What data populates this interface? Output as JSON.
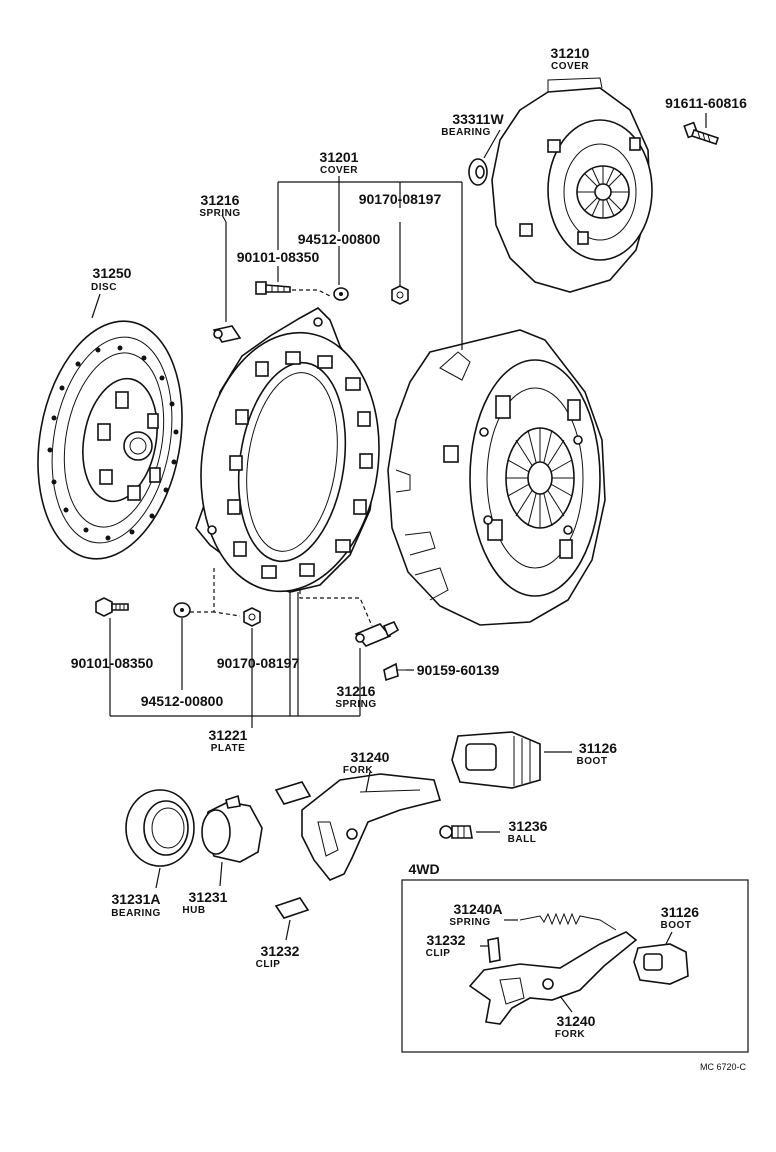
{
  "labels": {
    "cover_top_num": "31210",
    "cover_top_name": "COVER",
    "bolt_num": "91611-60816",
    "bearing_top_num": "33311W",
    "bearing_top_name": "BEARING",
    "cover_main_num": "31201",
    "cover_main_name": "COVER",
    "spring_top_num": "31216",
    "spring_top_name": "SPRING",
    "nut_top_num": "90170-08197",
    "washer_top_num": "94512-00800",
    "bolt_top_num": "90101-08350",
    "disc_num": "31250",
    "disc_name": "DISC",
    "bolt_bot_num": "90101-08350",
    "washer_bot_num": "94512-00800",
    "nut_bot_num": "90170-08197",
    "screw_num": "90159-60139",
    "spring_bot_num": "31216",
    "spring_bot_name": "SPRING",
    "plate_num": "31221",
    "plate_name": "PLATE",
    "fork_num": "31240",
    "fork_name": "FORK",
    "boot_num": "31126",
    "boot_name": "BOOT",
    "ball_num": "31236",
    "ball_name": "BALL",
    "bearing_num": "31231A",
    "bearing_name": "BEARING",
    "hub_num": "31231",
    "hub_name": "HUB",
    "clip_num": "31232",
    "clip_name": "CLIP",
    "fourwd_title": "4WD",
    "spring4_num": "31240A",
    "spring4_name": "SPRING",
    "clip4_num": "31232",
    "clip4_name": "CLIP",
    "boot4_num": "31126",
    "boot4_name": "BOOT",
    "fork4_num": "31240",
    "fork4_name": "FORK",
    "figure_code": "MC 6720-C"
  }
}
